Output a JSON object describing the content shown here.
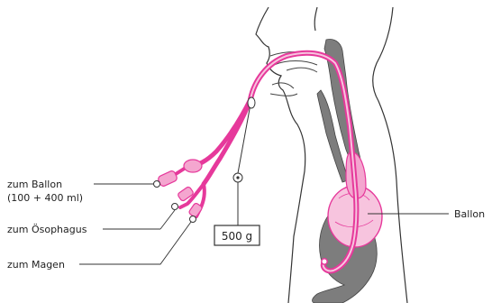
{
  "labels": {
    "balloon_port_line1": "zum Ballon",
    "balloon_port_line2": "(100 + 400 ml)",
    "esophagus_port": "zum Ösophagus",
    "stomach_port": "zum Magen",
    "balloon": "Ballon",
    "weight": "500 g"
  },
  "colors": {
    "tube": "#e6399b",
    "tube_light": "#f4a6cf",
    "balloon_fill": "#f7c4de",
    "tissue": "#7d7d7d",
    "outline": "#333333"
  }
}
